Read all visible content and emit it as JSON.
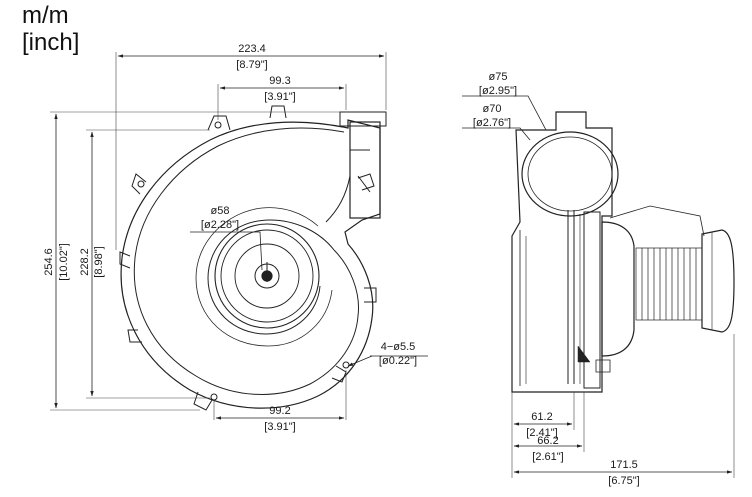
{
  "units": {
    "metric": "m/m",
    "imperial": "[inch]"
  },
  "front_view": {
    "overall_width": {
      "mm": "223.4",
      "inch": "[8.79\"]"
    },
    "outlet_width": {
      "mm": "99.3",
      "inch": "[3.91\"]"
    },
    "inlet_diameter": {
      "mm": "ø58",
      "inch": "[ø2.28\"]"
    },
    "overall_height": {
      "mm": "254.6",
      "inch": "[10.02\"]"
    },
    "mounting_height": {
      "mm": "228.2",
      "inch": "[8.98\"]"
    },
    "mounting_holes": {
      "mm": "4−ø5.5",
      "inch": "[ø0.22\"]"
    },
    "bottom_hole_span": {
      "mm": "99.2",
      "inch": "[3.91\"]"
    }
  },
  "side_view": {
    "outlet_outer_diameter": {
      "mm": "ø75",
      "inch": "[ø2.95\"]"
    },
    "outlet_inner_diameter": {
      "mm": "ø70",
      "inch": "[ø2.76\"]"
    },
    "depth_to_mount": {
      "mm": "61.2",
      "inch": "[2.41\"]"
    },
    "depth_to_flange": {
      "mm": "66.2",
      "inch": "[2.61\"]"
    },
    "overall_depth": {
      "mm": "171.5",
      "inch": "[6.75\"]"
    }
  }
}
